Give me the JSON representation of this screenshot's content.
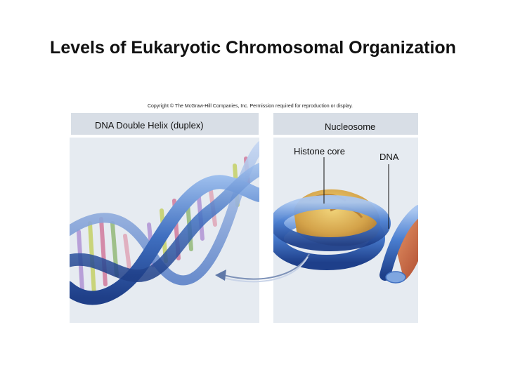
{
  "title": "Levels of Eukaryotic Chromosomal Organization",
  "copyright": "Copyright © The McGraw-Hill Companies, Inc. Permission required for reproduction or display.",
  "panels": {
    "left": {
      "heading": "DNA Double Helix (duplex)"
    },
    "right": {
      "heading": "Nucleosome"
    }
  },
  "labels": {
    "histone_core": "Histone core",
    "dna": "DNA"
  },
  "colors": {
    "panel_header": "#d8dee6",
    "panel_body": "#e6ebf1",
    "helix_backbone": "#3f6fc0",
    "histone": "#d4a34a",
    "dna_tail": "#c8643a"
  }
}
